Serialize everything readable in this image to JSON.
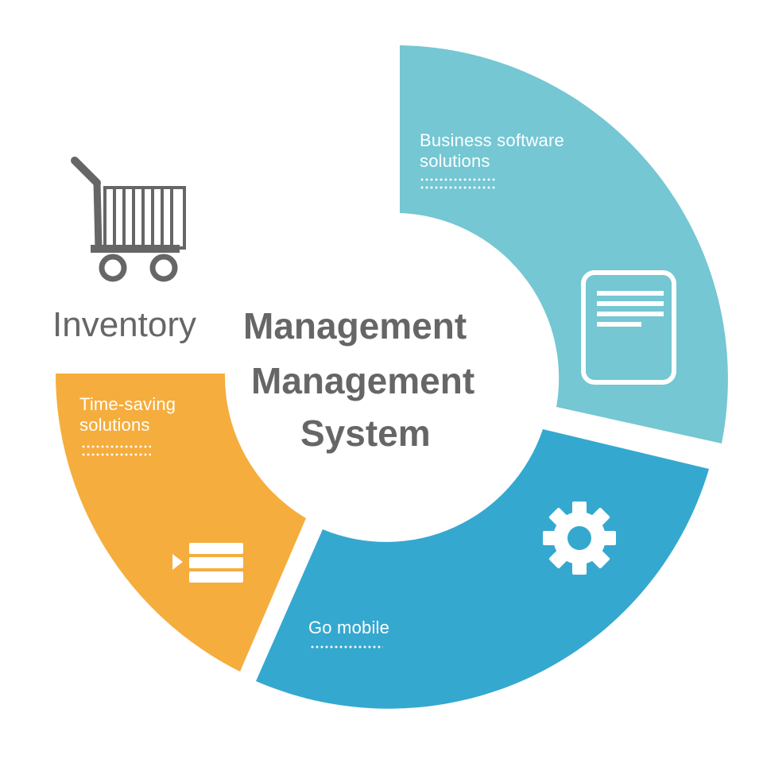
{
  "title": {
    "word1": "Inventory",
    "word2": "Management",
    "line2": "Management",
    "line3": "System"
  },
  "segments": [
    {
      "id": "business",
      "lines": [
        "Business software",
        "solutions"
      ],
      "icon": "document-icon",
      "color": "#74c7d3"
    },
    {
      "id": "mobile",
      "lines": [
        "Go mobile"
      ],
      "icon": "gear-icon",
      "color": "#35a8d0"
    },
    {
      "id": "time",
      "lines": [
        "Time-saving",
        "solutions"
      ],
      "icon": "list-icon",
      "color": "#f5ad3d"
    }
  ],
  "decor": {
    "cart_icon": "shopping-cart-icon",
    "text_color": "#666666"
  }
}
